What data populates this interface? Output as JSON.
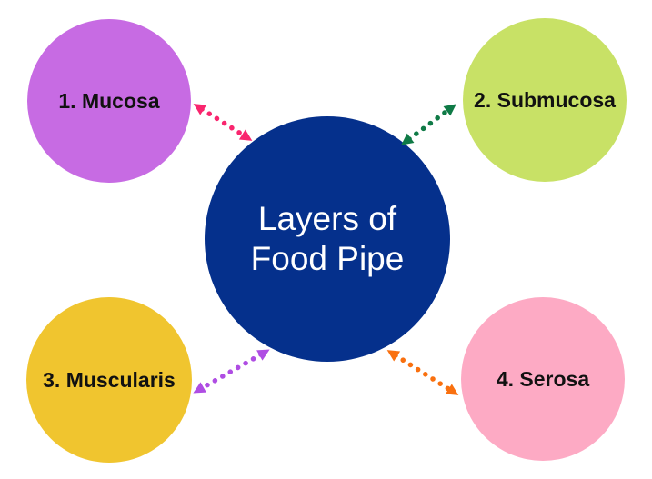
{
  "diagram": {
    "background": "#FFFFFF",
    "label_text_color": "#111111",
    "center": {
      "id": "center",
      "label_line1": "Layers of",
      "label_line2": "Food Pipe",
      "fill": "#05308C",
      "text_color": "#FFFFFF"
    },
    "nodes": [
      {
        "id": "mucosa",
        "label": "1. Mucosa",
        "fill": "#C76BE3",
        "position": "top-left"
      },
      {
        "id": "submucosa",
        "label": "2. Submucosa",
        "fill": "#C8E166",
        "position": "top-right"
      },
      {
        "id": "muscularis",
        "label": "3. Muscularis",
        "fill": "#F0C52F",
        "position": "bottom-left"
      },
      {
        "id": "serosa",
        "label": "4. Serosa",
        "fill": "#FDAAC4",
        "position": "bottom-right"
      }
    ],
    "connectors": [
      {
        "from": "center",
        "to": "mucosa",
        "style": "dotted-double-arrow",
        "color": "#F9256E"
      },
      {
        "from": "center",
        "to": "submucosa",
        "style": "dotted-double-arrow",
        "color": "#0F7A46"
      },
      {
        "from": "center",
        "to": "muscularis",
        "style": "dotted-double-arrow",
        "color": "#AF4DE3"
      },
      {
        "from": "center",
        "to": "serosa",
        "style": "dotted-double-arrow",
        "color": "#F9700F"
      }
    ]
  }
}
